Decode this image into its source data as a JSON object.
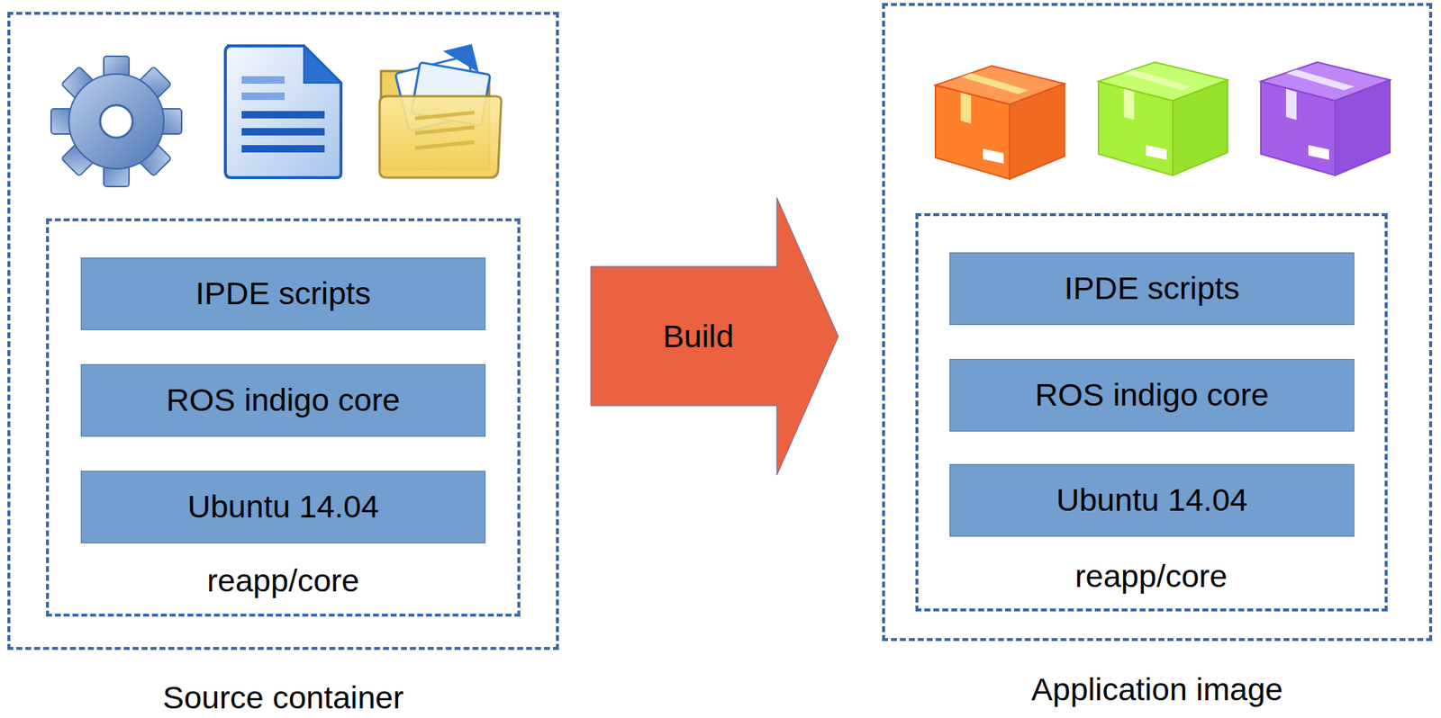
{
  "diagram": {
    "nodes": [
      {
        "text": [
          "Source container"
        ]
      },
      {
        "text": [
          "reapp/core"
        ],
        "in": 0
      },
      {
        "text": [
          "IPDE scripts"
        ],
        "in": 1
      },
      {
        "text": [
          "ROS indigo core"
        ],
        "in": 1
      },
      {
        "text": [
          "Ubuntu 14.04"
        ],
        "in": 1
      },
      {
        "text": [
          "Build"
        ]
      },
      {
        "text": [
          "Application image"
        ]
      },
      {
        "text": [
          "reapp/core"
        ],
        "in": 6
      },
      {
        "text": [
          "IPDE scripts"
        ],
        "in": 7
      },
      {
        "text": [
          "ROS indigo core"
        ],
        "in": 7
      },
      {
        "text": [
          "Ubuntu 14.04"
        ],
        "in": 7
      }
    ]
  }
}
